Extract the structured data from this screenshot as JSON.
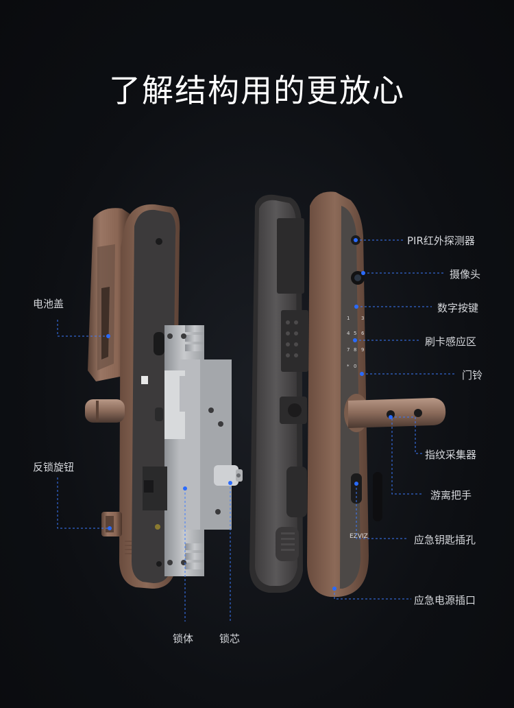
{
  "title": "了解结构用的更放心",
  "labels_right": {
    "pir": "PIR红外探测器",
    "camera": "摄像头",
    "keypad": "数字按键",
    "card": "刷卡感应区",
    "doorbell": "门铃",
    "fingerprint": "指纹采集器",
    "handle": "游离把手",
    "keyhole": "应急钥匙插孔",
    "power": "应急电源插口"
  },
  "labels_left": {
    "battery_cover": "电池盖",
    "knob": "反锁旋钮"
  },
  "labels_bottom": {
    "lock_body": "锁体",
    "lock_core": "锁芯"
  },
  "keypad_digits": [
    "1",
    "3",
    "4",
    "5",
    "6",
    "7",
    "8",
    "9",
    "*",
    "0"
  ],
  "brand": "EZVIZ",
  "colors": {
    "accent": "#2a6bff",
    "leader": "#3b7bff",
    "bronze": "#8a6a58",
    "panel": "#54504f"
  }
}
